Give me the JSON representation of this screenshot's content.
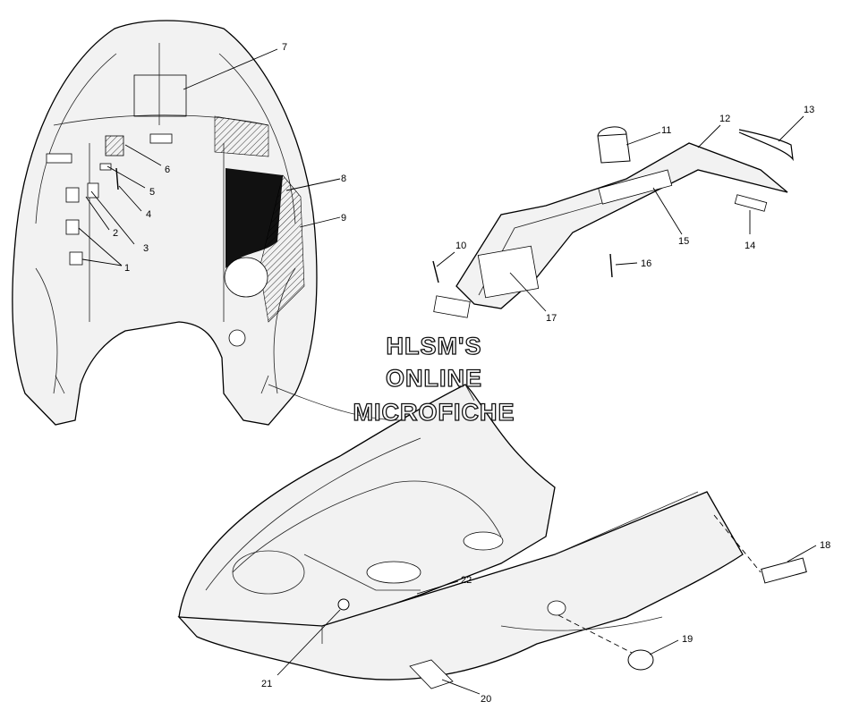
{
  "watermark": {
    "line1": "HLSM'S",
    "line2": "ONLINE",
    "line3": "MICROFICHE"
  },
  "callouts": [
    "1",
    "2",
    "3",
    "4",
    "5",
    "6",
    "7",
    "8",
    "9",
    "10",
    "11",
    "12",
    "13",
    "14",
    "15",
    "16",
    "17",
    "18",
    "19",
    "20",
    "21",
    "22"
  ]
}
